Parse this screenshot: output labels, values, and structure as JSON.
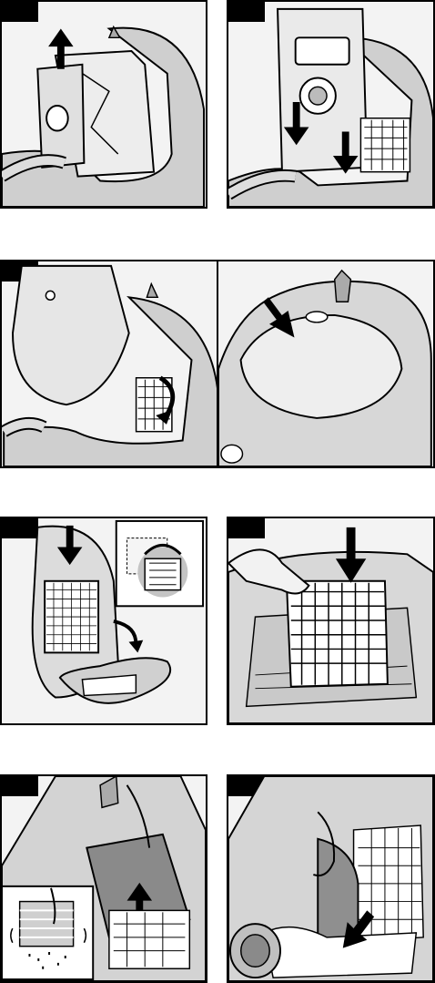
{
  "page": {
    "title": ""
  },
  "steps": [
    {
      "id": "s1",
      "label": "",
      "icon": "bag-removal-illustration"
    },
    {
      "id": "s2",
      "label": "",
      "icon": "bag-insert-illustration"
    },
    {
      "id": "s3",
      "label": "",
      "icon": "lid-close-illustration"
    },
    {
      "id": "s4",
      "label": "",
      "icon": "lid-press-illustration"
    },
    {
      "id": "s5",
      "label": "",
      "icon": "filter-removal-illustration"
    },
    {
      "id": "s6",
      "label": "",
      "icon": "filter-insert-illustration"
    },
    {
      "id": "s7",
      "label": "",
      "icon": "prefilter-clean-illustration"
    },
    {
      "id": "s8",
      "label": "",
      "icon": "prefilter-insert-illustration"
    }
  ],
  "colors": {
    "ink": "#000000",
    "shade": "#bdbdbd",
    "light": "#e9e9e9"
  }
}
